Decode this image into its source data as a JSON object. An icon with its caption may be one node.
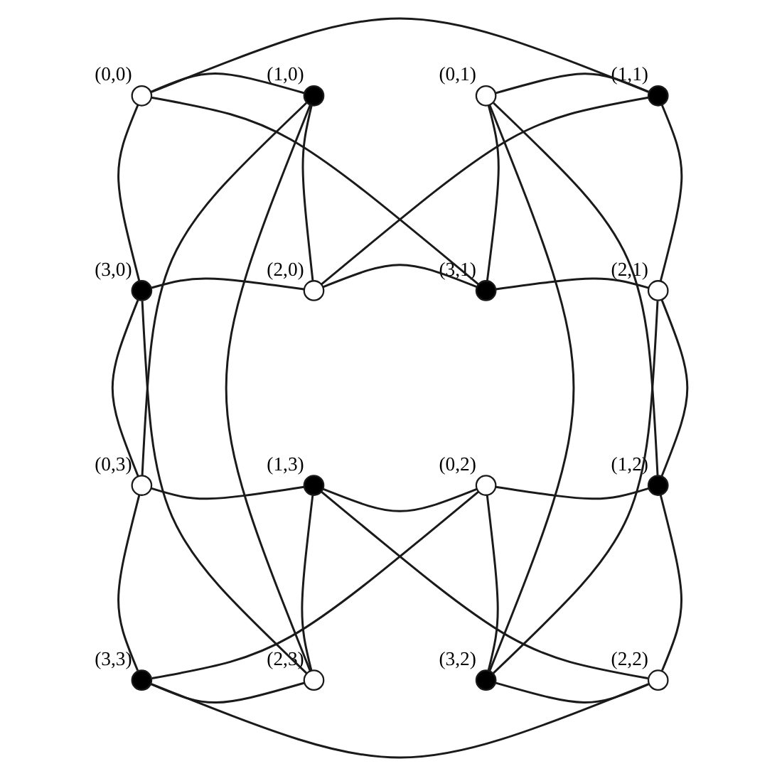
{
  "diagram": {
    "nodes": [
      {
        "text": [],
        "shape": "circle",
        "beside": [
          "(0,0)"
        ]
      },
      {
        "text": [],
        "shape": "circle",
        "beside": [
          "(1,0)"
        ]
      },
      {
        "text": [],
        "shape": "circle",
        "beside": [
          "(0,1)"
        ]
      },
      {
        "text": [],
        "shape": "circle",
        "beside": [
          "(1,1)"
        ]
      },
      {
        "text": [],
        "shape": "circle",
        "beside": [
          "(3,0)"
        ]
      },
      {
        "text": [],
        "shape": "circle",
        "beside": [
          "(2,0)"
        ]
      },
      {
        "text": [],
        "shape": "circle",
        "beside": [
          "(3,1)"
        ]
      },
      {
        "text": [],
        "shape": "circle",
        "beside": [
          "(2,1)"
        ]
      },
      {
        "text": [],
        "shape": "circle",
        "beside": [
          "(0,3)"
        ]
      },
      {
        "text": [],
        "shape": "circle",
        "beside": [
          "(1,3)"
        ]
      },
      {
        "text": [],
        "shape": "circle",
        "beside": [
          "(0,2)"
        ]
      },
      {
        "text": [],
        "shape": "circle",
        "beside": [
          "(1,2)"
        ]
      },
      {
        "text": [],
        "shape": "circle",
        "beside": [
          "(3,3)"
        ]
      },
      {
        "text": [],
        "shape": "circle",
        "beside": [
          "(2,3)"
        ]
      },
      {
        "text": [],
        "shape": "circle",
        "beside": [
          "(3,2)"
        ]
      },
      {
        "text": [],
        "shape": "circle",
        "beside": [
          "(2,2)"
        ]
      }
    ],
    "edges": [
      {
        "from": 0,
        "to": 1,
        "arrow": "none"
      },
      {
        "from": 0,
        "to": 3,
        "arrow": "none"
      },
      {
        "from": 0,
        "to": 4,
        "arrow": "none"
      },
      {
        "from": 0,
        "to": 6,
        "arrow": "none"
      },
      {
        "from": 1,
        "to": 5,
        "arrow": "none"
      },
      {
        "from": 1,
        "to": 8,
        "arrow": "none"
      },
      {
        "from": 1,
        "to": 13,
        "arrow": "none"
      },
      {
        "from": 2,
        "to": 3,
        "arrow": "none"
      },
      {
        "from": 2,
        "to": 6,
        "arrow": "none"
      },
      {
        "from": 2,
        "to": 11,
        "arrow": "none"
      },
      {
        "from": 2,
        "to": 14,
        "arrow": "none"
      },
      {
        "from": 3,
        "to": 5,
        "arrow": "none"
      },
      {
        "from": 3,
        "to": 7,
        "arrow": "none"
      },
      {
        "from": 4,
        "to": 5,
        "arrow": "none"
      },
      {
        "from": 5,
        "to": 6,
        "arrow": "none"
      },
      {
        "from": 6,
        "to": 7,
        "arrow": "none"
      },
      {
        "from": 4,
        "to": 8,
        "arrow": "none"
      },
      {
        "from": 4,
        "to": 13,
        "arrow": "none"
      },
      {
        "from": 7,
        "to": 11,
        "arrow": "none"
      },
      {
        "from": 7,
        "to": 14,
        "arrow": "none"
      },
      {
        "from": 8,
        "to": 9,
        "arrow": "none"
      },
      {
        "from": 9,
        "to": 10,
        "arrow": "none"
      },
      {
        "from": 10,
        "to": 11,
        "arrow": "none"
      },
      {
        "from": 8,
        "to": 12,
        "arrow": "none"
      },
      {
        "from": 9,
        "to": 13,
        "arrow": "none"
      },
      {
        "from": 9,
        "to": 15,
        "arrow": "none"
      },
      {
        "from": 10,
        "to": 14,
        "arrow": "none"
      },
      {
        "from": 10,
        "to": 12,
        "arrow": "none"
      },
      {
        "from": 11,
        "to": 15,
        "arrow": "none"
      },
      {
        "from": 12,
        "to": 13,
        "arrow": "none"
      },
      {
        "from": 14,
        "to": 15,
        "arrow": "none"
      },
      {
        "from": 12,
        "to": 15,
        "arrow": "none"
      }
    ]
  }
}
